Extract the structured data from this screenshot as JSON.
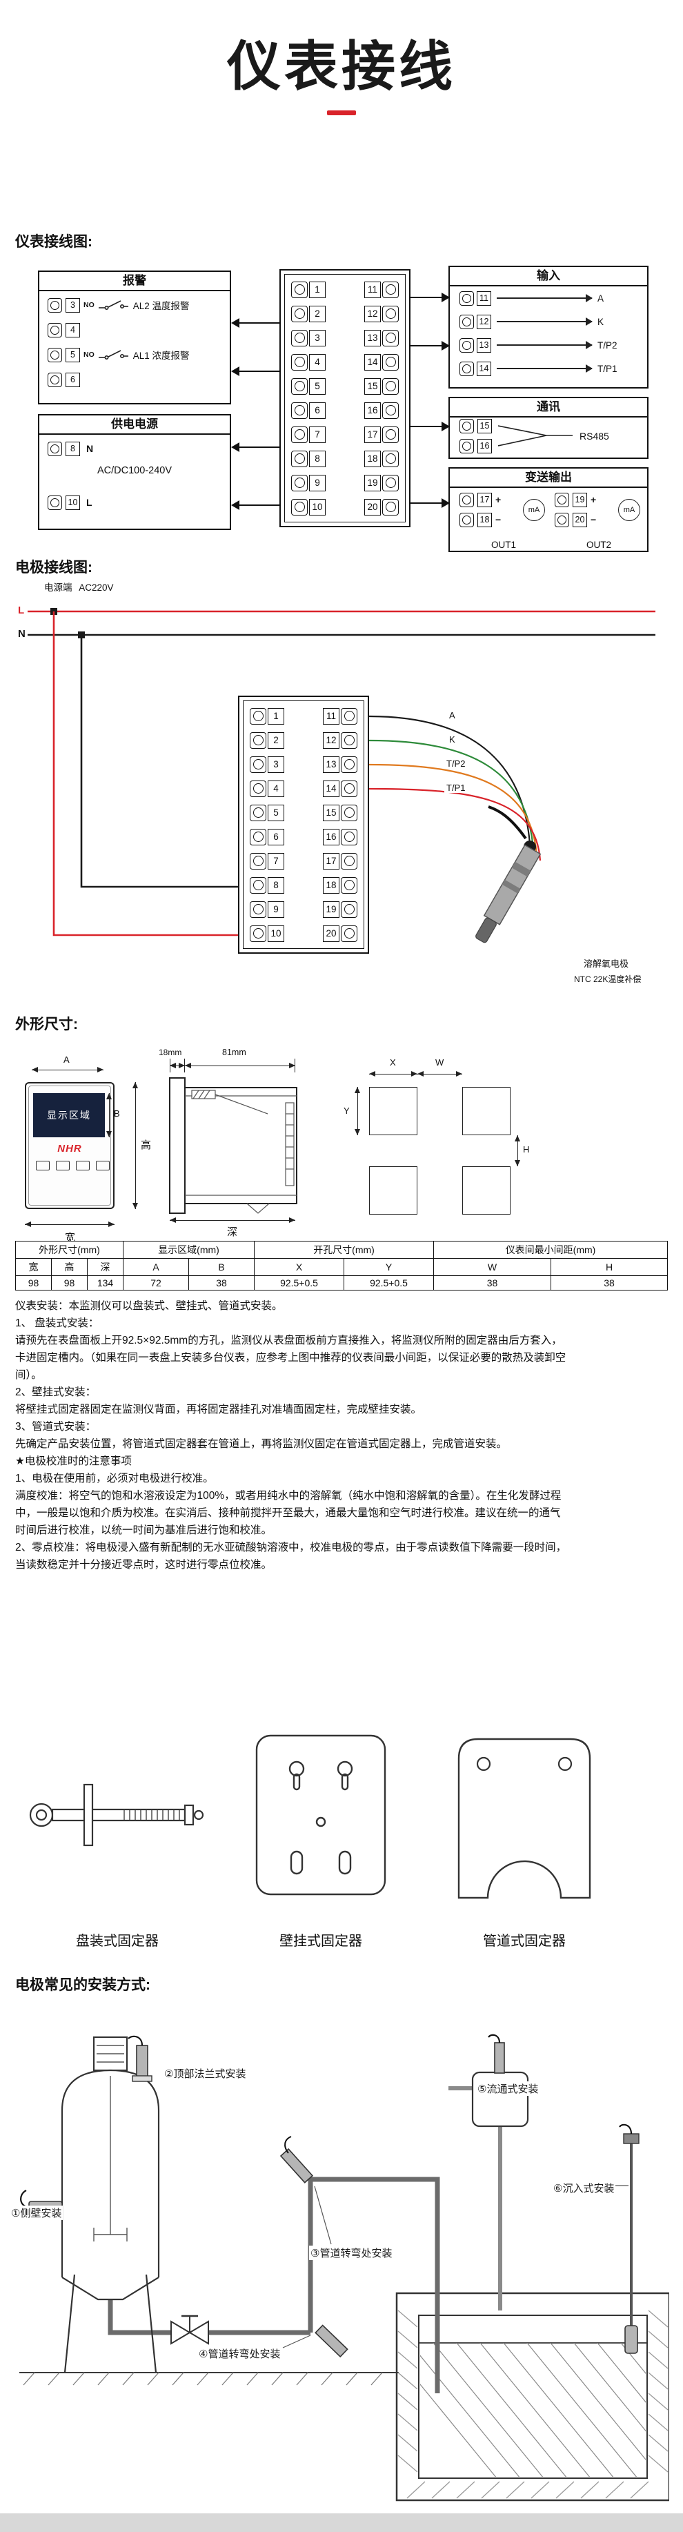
{
  "page": {
    "title": "仪表接线"
  },
  "colors": {
    "accent": "#d9232a",
    "wire_a": "#1a1a1a",
    "wire_k": "#2e8b3a",
    "wire_tp2": "#e07a1f",
    "wire_tp1": "#d9232a",
    "display_bg": "#16223d"
  },
  "sections": {
    "wiring_label": "仪表接线图:",
    "electrode_label": "电极接线图:",
    "dimensions_label": "外形尺寸:",
    "install_methods_label": "电极常见的安装方式:"
  },
  "wiring": {
    "left_terminals": [
      "1",
      "2",
      "3",
      "4",
      "5",
      "6",
      "7",
      "8",
      "9",
      "10"
    ],
    "right_terminals": [
      "11",
      "12",
      "13",
      "14",
      "15",
      "16",
      "17",
      "18",
      "19",
      "20"
    ],
    "alarm": {
      "title": "报警",
      "rows": [
        {
          "num": "3",
          "tag": "NO",
          "label": "AL2 温度报警"
        },
        {
          "num": "4",
          "tag": "",
          "label": ""
        },
        {
          "num": "5",
          "tag": "NO",
          "label": "AL1 浓度报警"
        },
        {
          "num": "6",
          "tag": "",
          "label": ""
        }
      ]
    },
    "power": {
      "title": "供电电源",
      "top_num": "8",
      "top_letter": "N",
      "voltage": "AC/DC100-240V",
      "bottom_num": "10",
      "bottom_letter": "L"
    },
    "input": {
      "title": "输入",
      "rows": [
        {
          "num": "11",
          "label": "A"
        },
        {
          "num": "12",
          "label": "K"
        },
        {
          "num": "13",
          "label": "T/P2"
        },
        {
          "num": "14",
          "label": "T/P1"
        }
      ]
    },
    "comm": {
      "title": "通讯",
      "num_top": "15",
      "num_bottom": "16",
      "label": "RS485"
    },
    "output": {
      "title": "变送输出",
      "plus": "+",
      "minus": "−",
      "groups": [
        {
          "top_num": "17",
          "bottom_num": "18",
          "meter": "mA",
          "name": "OUT1"
        },
        {
          "top_num": "19",
          "bottom_num": "20",
          "meter": "mA",
          "name": "OUT2"
        }
      ]
    }
  },
  "electrode": {
    "power_side_label": "电源端",
    "power_voltage": "AC220V",
    "line_l": "L",
    "line_n": "N",
    "left_terminals": [
      "1",
      "2",
      "3",
      "4",
      "5",
      "6",
      "7",
      "8",
      "9",
      "10"
    ],
    "right_terminals": [
      "11",
      "12",
      "13",
      "14",
      "15",
      "16",
      "17",
      "18",
      "19",
      "20"
    ],
    "wire_labels": [
      "A",
      "K",
      "T/P2",
      "T/P1"
    ],
    "probe_label": "溶解氧电极",
    "probe_sublabel": "NTC 22K温度补偿"
  },
  "dimensions": {
    "front": {
      "display_text": "显示区域",
      "brand": "NHR",
      "dim_a": "A",
      "dim_b": "B",
      "height_label": "高",
      "width_label": "宽"
    },
    "side": {
      "dim_front": "18mm",
      "dim_body": "81mm",
      "depth_label": "深"
    },
    "cutout": {
      "x": "X",
      "y": "Y",
      "w": "W",
      "h": "H"
    }
  },
  "dim_table": {
    "groups": [
      "外形尺寸(mm)",
      "显示区域(mm)",
      "开孔尺寸(mm)",
      "仪表间最小间距(mm)"
    ],
    "subheaders": [
      "宽",
      "高",
      "深",
      "A",
      "B",
      "X",
      "Y",
      "W",
      "H"
    ],
    "values": [
      "98",
      "98",
      "134",
      "72",
      "38",
      "92.5+0.5",
      "92.5+0.5",
      "38",
      "38"
    ]
  },
  "install_text": {
    "paragraphs": [
      "仪表安装：本监测仪可以盘装式、壁挂式、管道式安装。",
      "1、 盘装式安装：",
      "请预先在表盘面板上开92.5×92.5mm的方孔，监测仪从表盘面板前方直接推入，将监测仪所附的固定器由后方套入，卡进固定槽内。（如果在同一表盘上安装多台仪表，应参考上图中推荐的仪表间最小间距，以保证必要的散热及装卸空间）。",
      "2、壁挂式安装：",
      "将壁挂式固定器固定在监测仪背面，再将固定器挂孔对准墙面固定柱，完成壁挂安装。",
      "3、管道式安装：",
      "先确定产品安装位置，将管道式固定器套在管道上，再将监测仪固定在管道式固定器上，完成管道安装。",
      "★电极校准时的注意事项",
      "1、电极在使用前，必须对电极进行校准。",
      "满度校准：将空气的饱和水溶液设定为100%，或者用纯水中的溶解氧（纯水中饱和溶解氧的含量）。在生化发酵过程中，一般是以饱和介质为校准。在实消后、接种前搅拌开至最大，通最大量饱和空气时进行校准。建议在统一的通气时间后进行校准，以统一时间为基准后进行饱和校准。",
      "2、零点校准：将电极浸入盛有新配制的无水亚硫酸钠溶液中，校准电极的零点，由于零点读数值下降需要一段时间，当读数稳定并十分接近零点时，这时进行零点位校准。"
    ]
  },
  "fixtures": {
    "labels": [
      "盘装式固定器",
      "壁挂式固定器",
      "管道式固定器"
    ]
  },
  "methods": {
    "labels": [
      "①侧壁安装",
      "②顶部法兰式安装",
      "③管道转弯处安装",
      "④管道转弯处安装",
      "⑤流通式安装",
      "⑥沉入式安装"
    ]
  }
}
